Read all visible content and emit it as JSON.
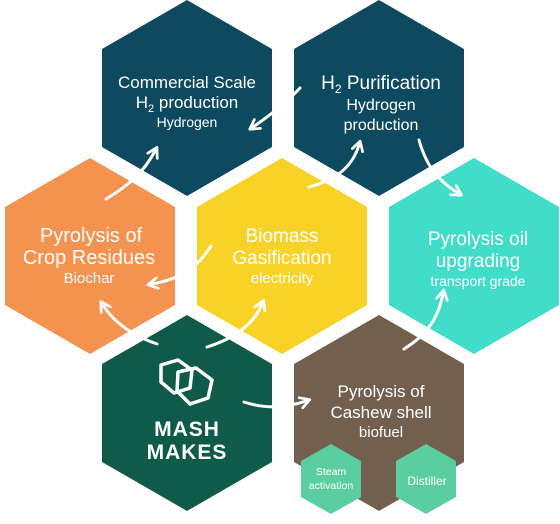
{
  "colors": {
    "navy": "#0d4a60",
    "orange": "#f4924f",
    "yellow": "#f8d226",
    "teal": "#42ddc9",
    "green": "#0f5b47",
    "brown": "#735f4e",
    "mint": "#5bcea0",
    "white": "#ffffff"
  },
  "hexes": {
    "commercial": {
      "line1": "Commercial Scale",
      "line2_main": "H",
      "line2_sub": "2",
      "line2_rest": " production",
      "line3": "Hydrogen"
    },
    "purification": {
      "line1_main": "H",
      "line1_sub": "2",
      "line1_rest": " Purification",
      "line2": "Hydrogen",
      "line3": "production"
    },
    "pyrolysis_crop": {
      "line1": "Pyrolysis of",
      "line2": "Crop Residues",
      "line3": "Biochar"
    },
    "biomass": {
      "line1": "Biomass",
      "line2": "Gasification",
      "line3": "electricity"
    },
    "pyrolysis_oil": {
      "line1": "Pyrolysis oil",
      "line2": "upgrading",
      "line3": "transport grade"
    },
    "mash": {
      "logo_icon": "mash-makes-logo-icon",
      "line1": "MASH",
      "line2": "MAKES"
    },
    "cashew": {
      "line1": "Pyrolysis of",
      "line2": "Cashew shell",
      "line3": "biofuel"
    },
    "steam": {
      "line1": "Steam",
      "line2": "activation"
    },
    "distiller": {
      "line1": "Distiller"
    }
  }
}
